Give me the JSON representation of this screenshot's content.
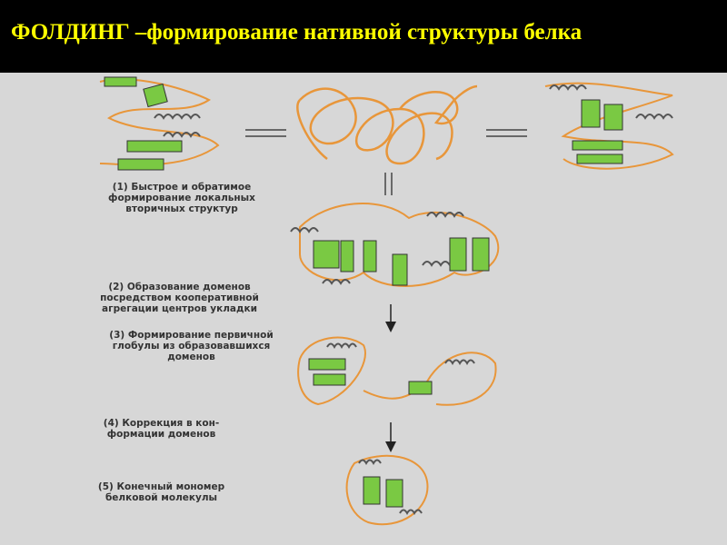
{
  "title": {
    "lead": "ФОЛДИНГ –",
    "rest": "формирование нативной структуры белка"
  },
  "stages": [
    {
      "label": "(1) Быстрое и обратимое\nформирование локальных\nвторичных структур"
    },
    {
      "label": "(2) Образование доменов\nпосредством кооперативной\nагрегации центров укладки"
    },
    {
      "label": "(3) Формирование первичной\nглобулы из образовавшихся\nдоменов"
    },
    {
      "label": "(4) Коррекция в кон-\nформации доменов"
    },
    {
      "label": "(5) Конечный мономер\nбелковой молекулы"
    }
  ],
  "colors": {
    "title": "#ffff00",
    "background": "#d7d7d7",
    "strand": "#7ac943",
    "coil": "#e8963a",
    "helix": "#555555"
  }
}
